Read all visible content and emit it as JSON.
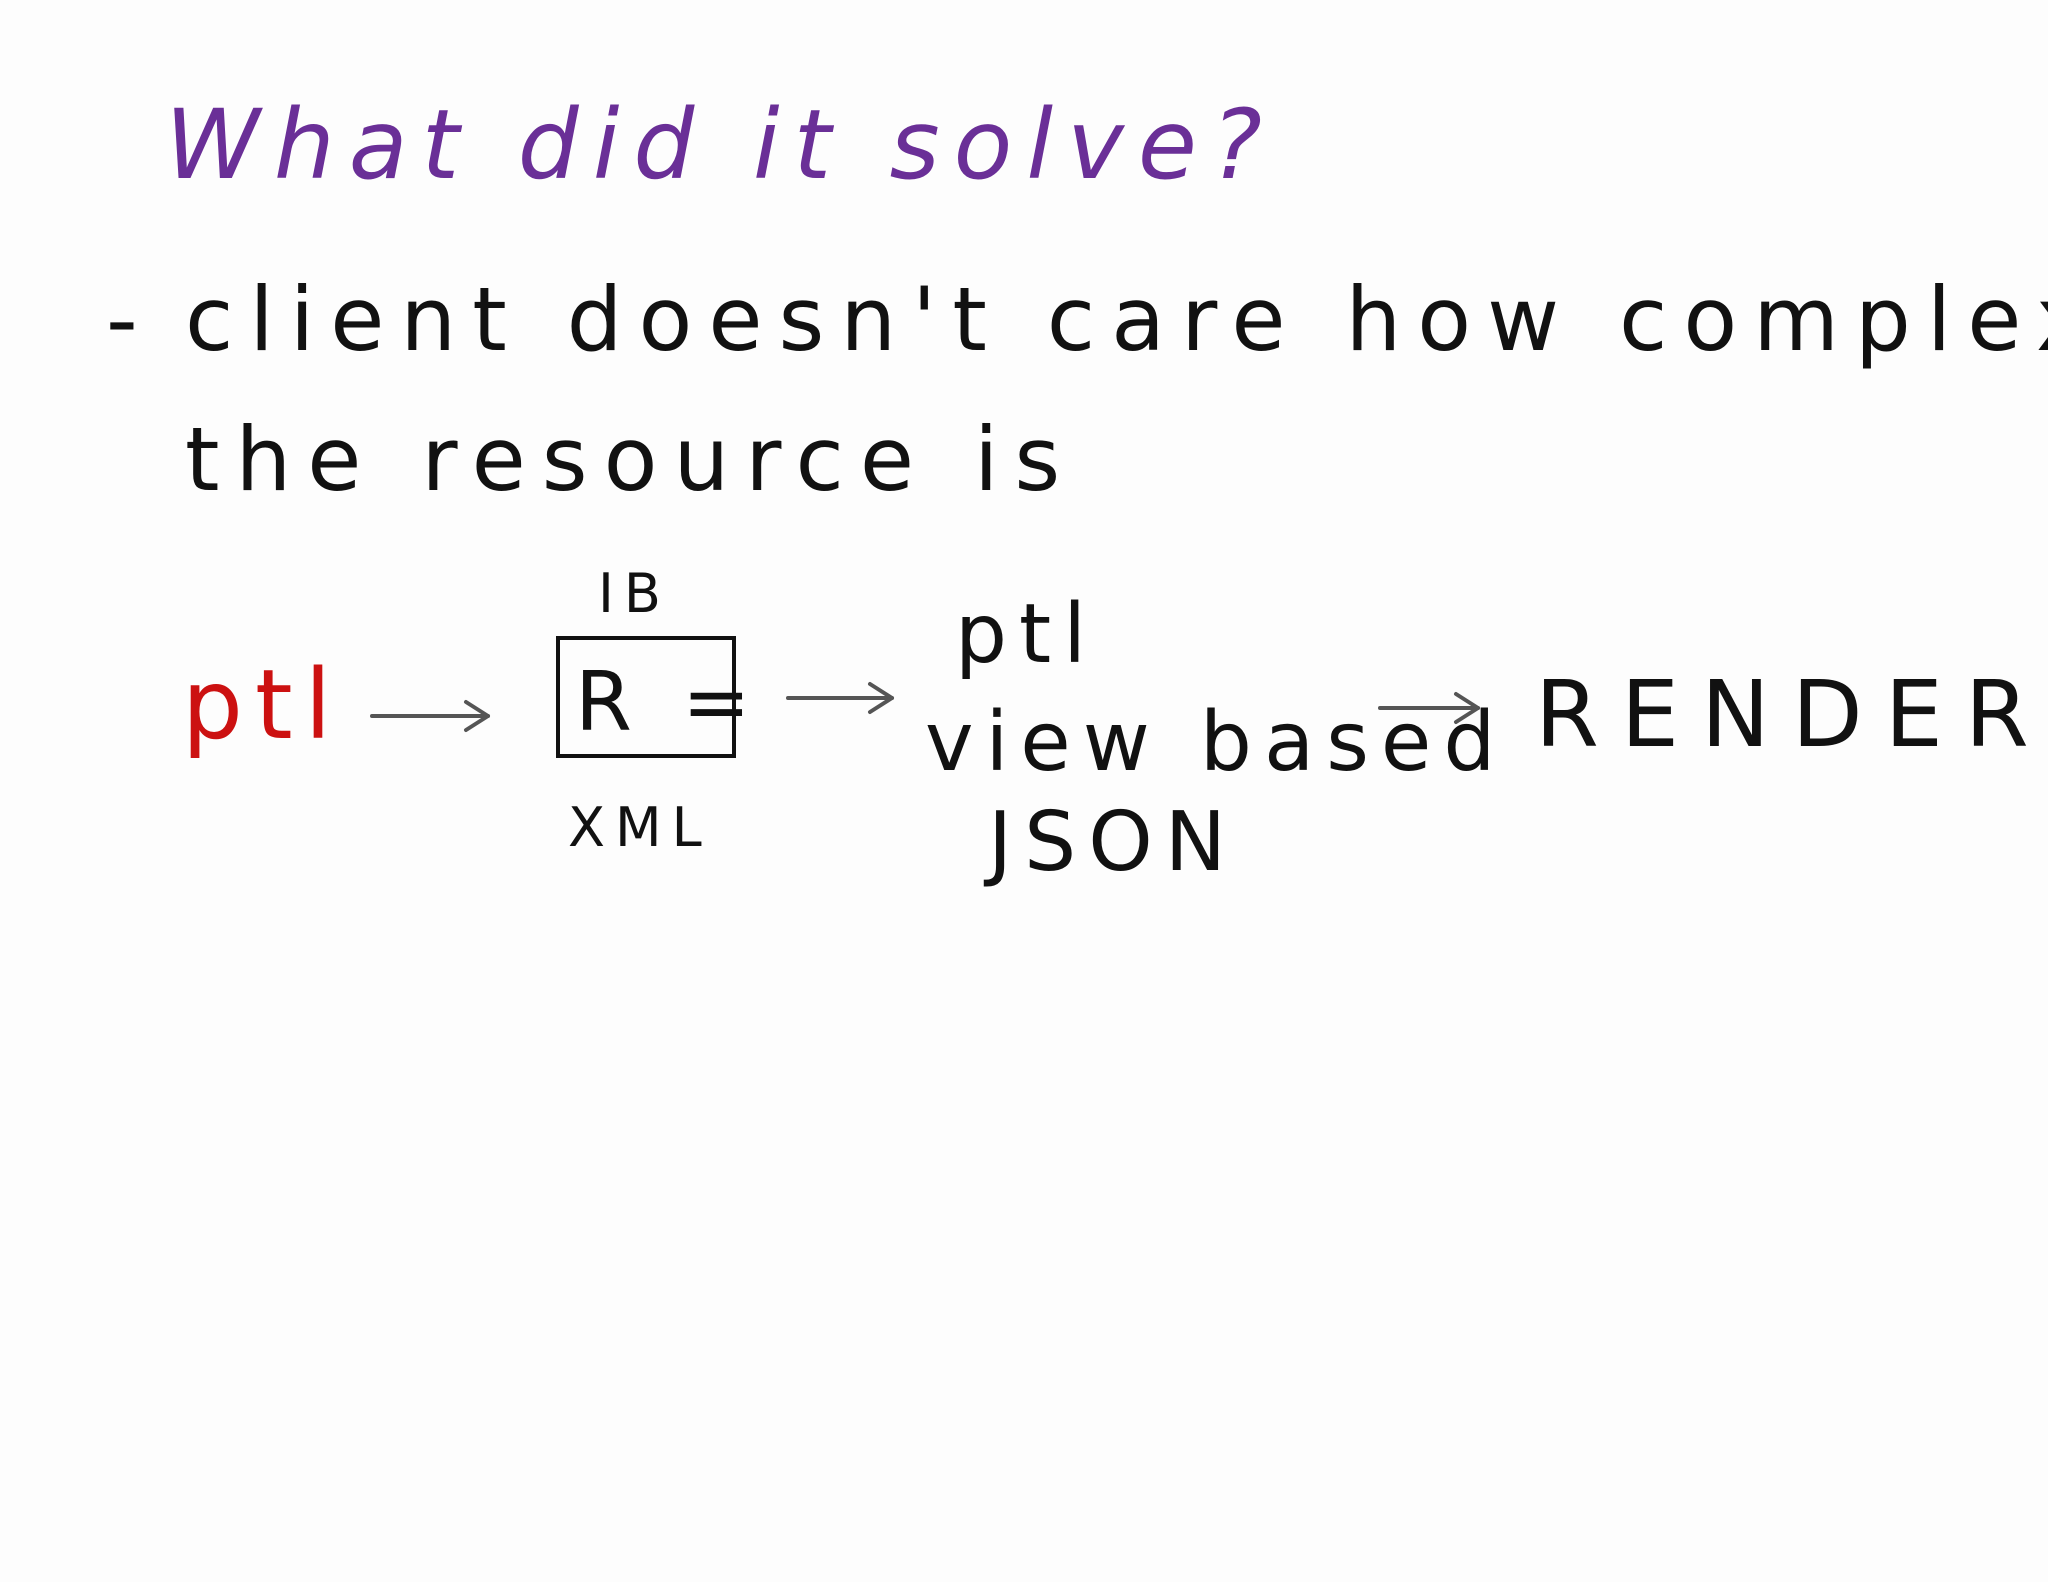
{
  "title": "What did it solve?",
  "bullet": {
    "marker": "-",
    "line1": "client doesn't care how complex",
    "line2": "the resource is"
  },
  "flow": {
    "start": "ptl",
    "box": {
      "top_label": "IB",
      "content": "R =",
      "bottom_label": "XML"
    },
    "middle": {
      "line1": "ptl",
      "line2": "view based",
      "line3": "JSON"
    },
    "end": "RENDER"
  },
  "colors": {
    "title": "#6a2f97",
    "start": "#cc1111",
    "ink": "#111111",
    "arrow": "#555555"
  }
}
